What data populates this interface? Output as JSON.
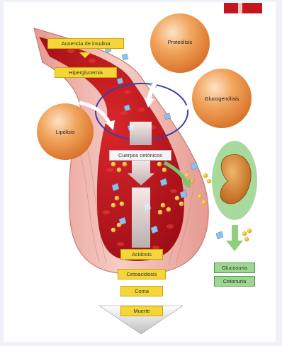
{
  "labels": {
    "insulin_absence": "Ausencia de insulina",
    "hyperglycemia": "Hiperglucemia",
    "proteolysis": "Proteólisis",
    "glycogenolysis": "Glucogenólisis",
    "lipolysis": "Lipólisis",
    "ketone_bodies": "Cuerpos cetónicos",
    "acidosis": "Acidosis",
    "ketoacidosis": "Cetoacidosis",
    "coma": "Coma",
    "death": "Muerte",
    "glycosuria": "Glucosuria",
    "ketonuria": "Cetonuria"
  },
  "colors": {
    "blood": "#c2121b",
    "vessel_wall": "#f0b6ad",
    "process_sphere": "#f2a15c",
    "label_box": "#f5d63a",
    "kidney_bg": "#9fd694",
    "glucose_crystal": "#8fc0ea",
    "ketone_dot": "#f1b628"
  }
}
